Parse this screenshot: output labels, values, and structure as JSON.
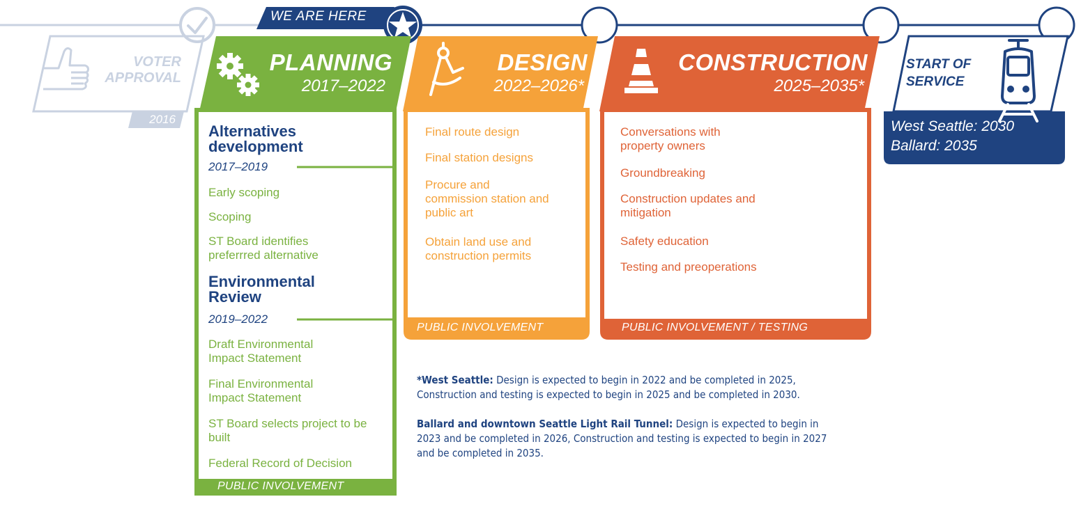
{
  "colors": {
    "navy": "#1f4380",
    "green": "#7ab240",
    "orange": "#f5a23a",
    "red_orange": "#df6337",
    "gray": "#c9d2e1"
  },
  "marker": {
    "label": "WE ARE HERE",
    "icon": "star-icon"
  },
  "voter": {
    "title_line1": "VOTER",
    "title_line2": "APPROVAL",
    "year": "2016",
    "icon": "thumbs-up-icon"
  },
  "planning": {
    "title": "PLANNING",
    "years": "2017–2022",
    "icon": "gears-icon",
    "section1": {
      "heading": "Alternatives development",
      "years": "2017–2019"
    },
    "items1": [
      "Early scoping",
      "Scoping",
      "ST Board identifies preferrred alternative"
    ],
    "section2": {
      "heading": "Environmental Review",
      "years": "2019–2022"
    },
    "items2": [
      "Draft Environmental Impact Statement",
      "Final Environmental Impact Statement",
      "ST Board selects project to be built",
      "Federal Record of Decision"
    ],
    "footer": "PUBLIC INVOLVEMENT"
  },
  "design": {
    "title": "DESIGN",
    "years": "2022–2026*",
    "icon": "compass-icon",
    "items": [
      "Final route design",
      "Final station designs",
      "Procure and commission station and public art",
      "Obtain land use and construction permits"
    ],
    "footer": "PUBLIC INVOLVEMENT"
  },
  "construction": {
    "title": "CONSTRUCTION",
    "years": "2025–2035*",
    "icon": "traffic-cone-icon",
    "items": [
      "Conversations with property owners",
      "Groundbreaking",
      "Construction updates and mitigation",
      "Safety education",
      "Testing and preoperations"
    ],
    "footer": "PUBLIC INVOLVEMENT / TESTING"
  },
  "service": {
    "title_line1": "START OF",
    "title_line2": "SERVICE",
    "icon": "light-rail-train-icon",
    "line1": "West Seattle: 2030",
    "line2": "Ballard: 2035"
  },
  "notes": [
    {
      "bold": "*West Seattle:",
      "text": " Design is expected to begin in 2022 and be completed in 2025, Construction and testing is expected to begin in 2025 and be completed in 2030."
    },
    {
      "bold": "Ballard and downtown Seattle Light Rail Tunnel:",
      "text": " Design is expected to begin in 2023 and be completed in 2026, Construction and testing is expected to begin in 2027 and be completed in 2035."
    }
  ]
}
